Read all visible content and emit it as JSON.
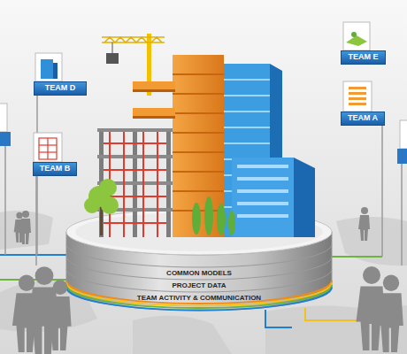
{
  "diagram": {
    "nodes": [
      {
        "text": [
          "TEAM E"
        ]
      },
      {
        "text": [
          "TEAM D"
        ]
      },
      {
        "text": [
          "TEAM A"
        ]
      },
      {
        "text": [
          "TEAM B"
        ]
      },
      {
        "text": [
          "COMMON MODELS"
        ]
      },
      {
        "text": [
          "PROJECT DATA"
        ]
      },
      {
        "text": [
          "TEAM ACTIVITY & COMMUNICATION"
        ]
      }
    ]
  }
}
